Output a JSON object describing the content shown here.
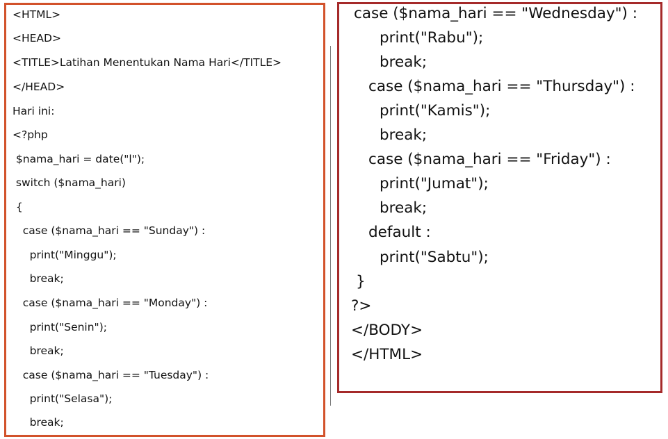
{
  "left_panel": {
    "lines": [
      "<HTML>",
      "<HEAD>",
      "<TITLE>Latihan Menentukan Nama Hari</TITLE>",
      "</HEAD>",
      "Hari ini:",
      "<?php",
      " $nama_hari = date(\"l\");",
      " switch ($nama_hari)",
      " {",
      "   case ($nama_hari == \"Sunday\") :",
      "     print(\"Minggu\");",
      "     break;",
      "   case ($nama_hari == \"Monday\") :",
      "     print(\"Senin\");",
      "     break;",
      "   case ($nama_hari == \"Tuesday\") :",
      "     print(\"Selasa\");",
      "     break;"
    ]
  },
  "right_panel": {
    "lines": [
      "case ($nama_hari == \"Wednesday\") :",
      "print(\"Rabu\");",
      "break;",
      "case ($nama_hari == \"Thursday\") :",
      "print(\"Kamis\");",
      "break;",
      "case ($nama_hari == \"Friday\") :",
      "print(\"Jumat\");",
      "break;",
      "default :",
      "print(\"Sabtu\");",
      "}",
      "?>",
      "</BODY>",
      "</HTML>"
    ]
  }
}
